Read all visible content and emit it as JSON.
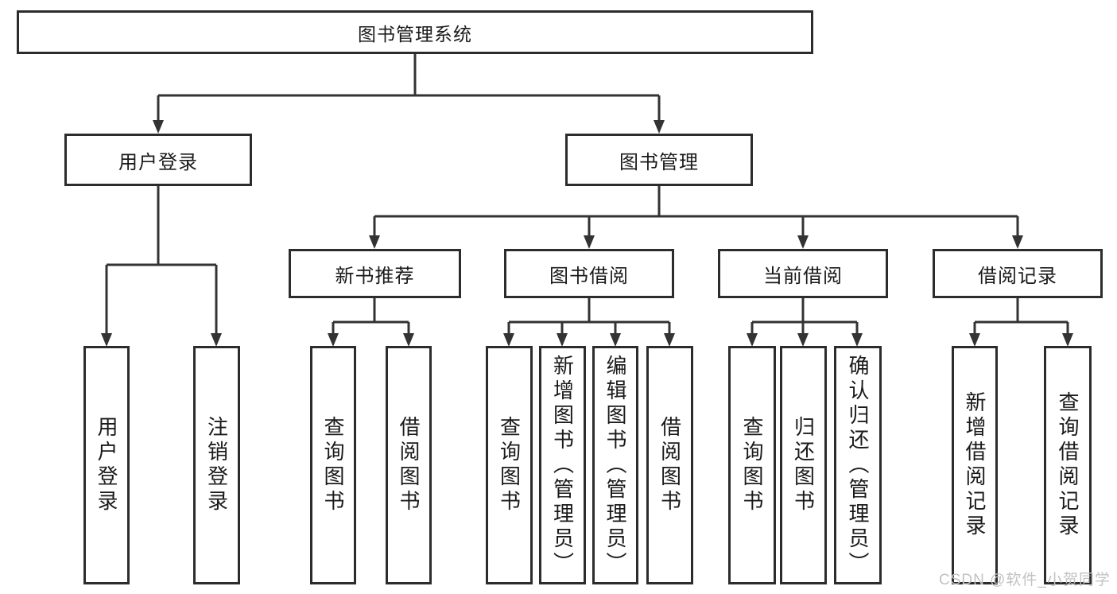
{
  "diagram": {
    "root": "图书管理系统",
    "branches": {
      "user_login": {
        "label": "用户登录",
        "children": [
          "用户登录",
          "注销登录"
        ]
      },
      "book_mgmt": {
        "label": "图书管理",
        "sections": {
          "new_books": {
            "label": "新书推荐",
            "children": [
              "查询图书",
              "借阅图书"
            ]
          },
          "borrow": {
            "label": "图书借阅",
            "children": [
              "查询图书",
              "新增图书（管理员）",
              "编辑图书（管理员）",
              "借阅图书"
            ]
          },
          "current": {
            "label": "当前借阅",
            "children": [
              "查询图书",
              "归还图书",
              "确认归还（管理员）"
            ]
          },
          "records": {
            "label": "借阅记录",
            "children": [
              "新增借阅记录",
              "查询借阅记录"
            ]
          }
        }
      }
    }
  },
  "watermark": {
    "text": "CSDN @软件_小贺同学"
  },
  "colors": {
    "line": "#333333",
    "border": "#2c2c2c",
    "text": "#1a1a1a",
    "background": "#ffffff",
    "watermark": "#c2c2c2"
  }
}
